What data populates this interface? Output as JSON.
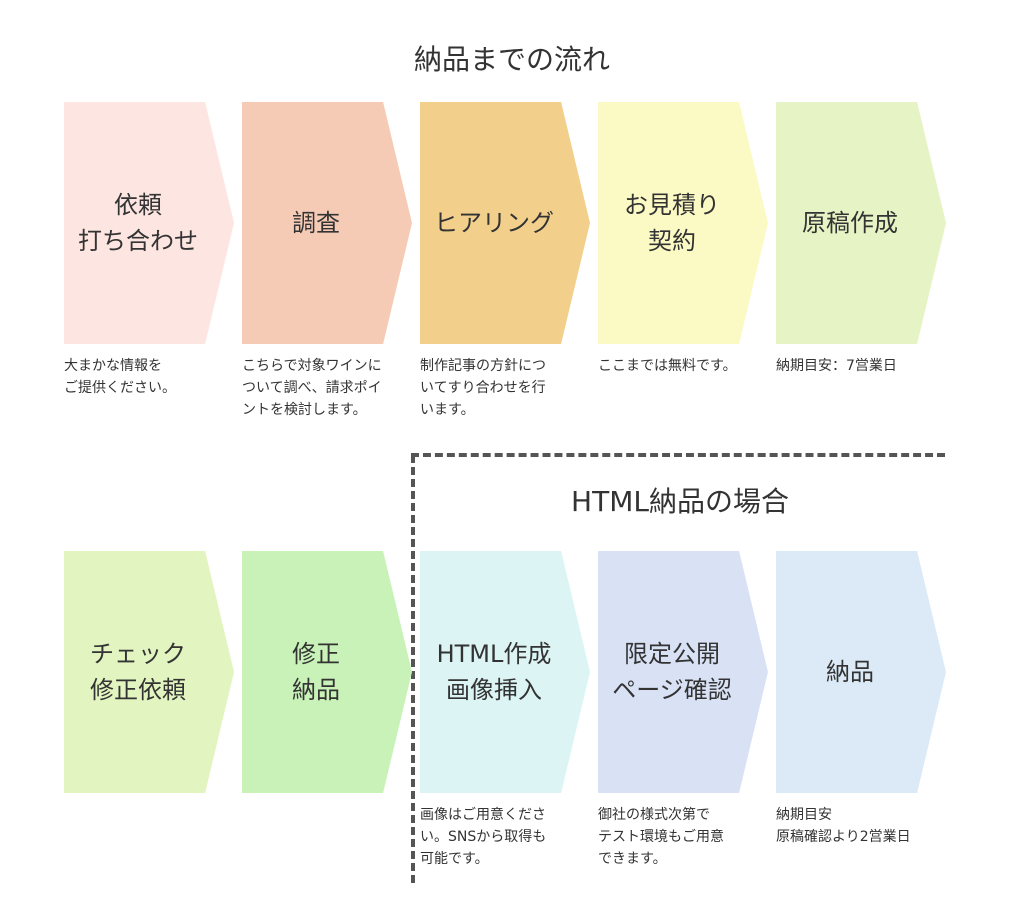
{
  "title": "納品までの流れ",
  "html_section_title": "HTML納品の場合",
  "row1": [
    {
      "label": "依頼\n打ち合わせ",
      "desc": "大まかな情報を\nご提供ください。",
      "color": "#fde5e1"
    },
    {
      "label": "調査",
      "desc": "こちらで対象ワインに\nついて調べ、請求ポイ\nントを検討します。",
      "color": "#f5cbb6"
    },
    {
      "label": "ヒアリング",
      "desc": "制作記事の方針につ\nいてすり合わせを行\nいます。",
      "color": "#f2d08c"
    },
    {
      "label": "お見積り\n契約",
      "desc": "ここまでは無料です。",
      "color": "#fcfac4"
    },
    {
      "label": "原稿作成",
      "desc": "納期目安：7営業日",
      "color": "#e6f3c4"
    }
  ],
  "row2": [
    {
      "label": "チェック\n修正依頼",
      "desc": "",
      "color": "#e2f4bf"
    },
    {
      "label": "修正\n納品",
      "desc": "",
      "color": "#c9f2b8"
    },
    {
      "label": "HTML作成\n画像挿入",
      "desc": "画像はご用意くださ\nい。SNSから取得も\n可能です。",
      "color": "#dcf4f4"
    },
    {
      "label": "限定公開\nページ確認",
      "desc": "御社の様式次第で\nテスト環境もご用意\nできます。",
      "color": "#d9e2f5"
    },
    {
      "label": "納品",
      "desc": "納期目安\n原稿確認より2営業日",
      "color": "#dbeaf6"
    }
  ]
}
